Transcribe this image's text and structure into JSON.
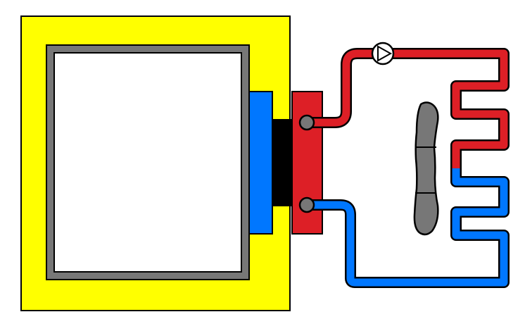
{
  "colors": {
    "background": "#ffffff",
    "insulation": "#ffff00",
    "box_frame": "#777777",
    "box_interior": "#ffffff",
    "cold_plate": "#0077ff",
    "thermoelectric_module": "#000000",
    "hot_block": "#dd1f26",
    "hot_line": "#dd1f26",
    "cold_line": "#0077ff",
    "fitting": "#777777",
    "fan": "#777777",
    "pump_fill": "#ffffff",
    "outline": "#000000"
  },
  "components": [
    {
      "name": "insulated-enclosure",
      "icon": "yellow-insulation-box"
    },
    {
      "name": "cooled-chamber",
      "icon": "white-chamber"
    },
    {
      "name": "cold-side-plate",
      "icon": "blue-plate"
    },
    {
      "name": "thermoelectric-module",
      "icon": "black-module"
    },
    {
      "name": "hot-side-water-block",
      "icon": "red-block"
    },
    {
      "name": "coolant-pump",
      "icon": "pump-triangle-icon"
    },
    {
      "name": "radiator",
      "icon": "serpentine-radiator"
    },
    {
      "name": "radiator-fan",
      "icon": "fan-blade-icon"
    }
  ]
}
